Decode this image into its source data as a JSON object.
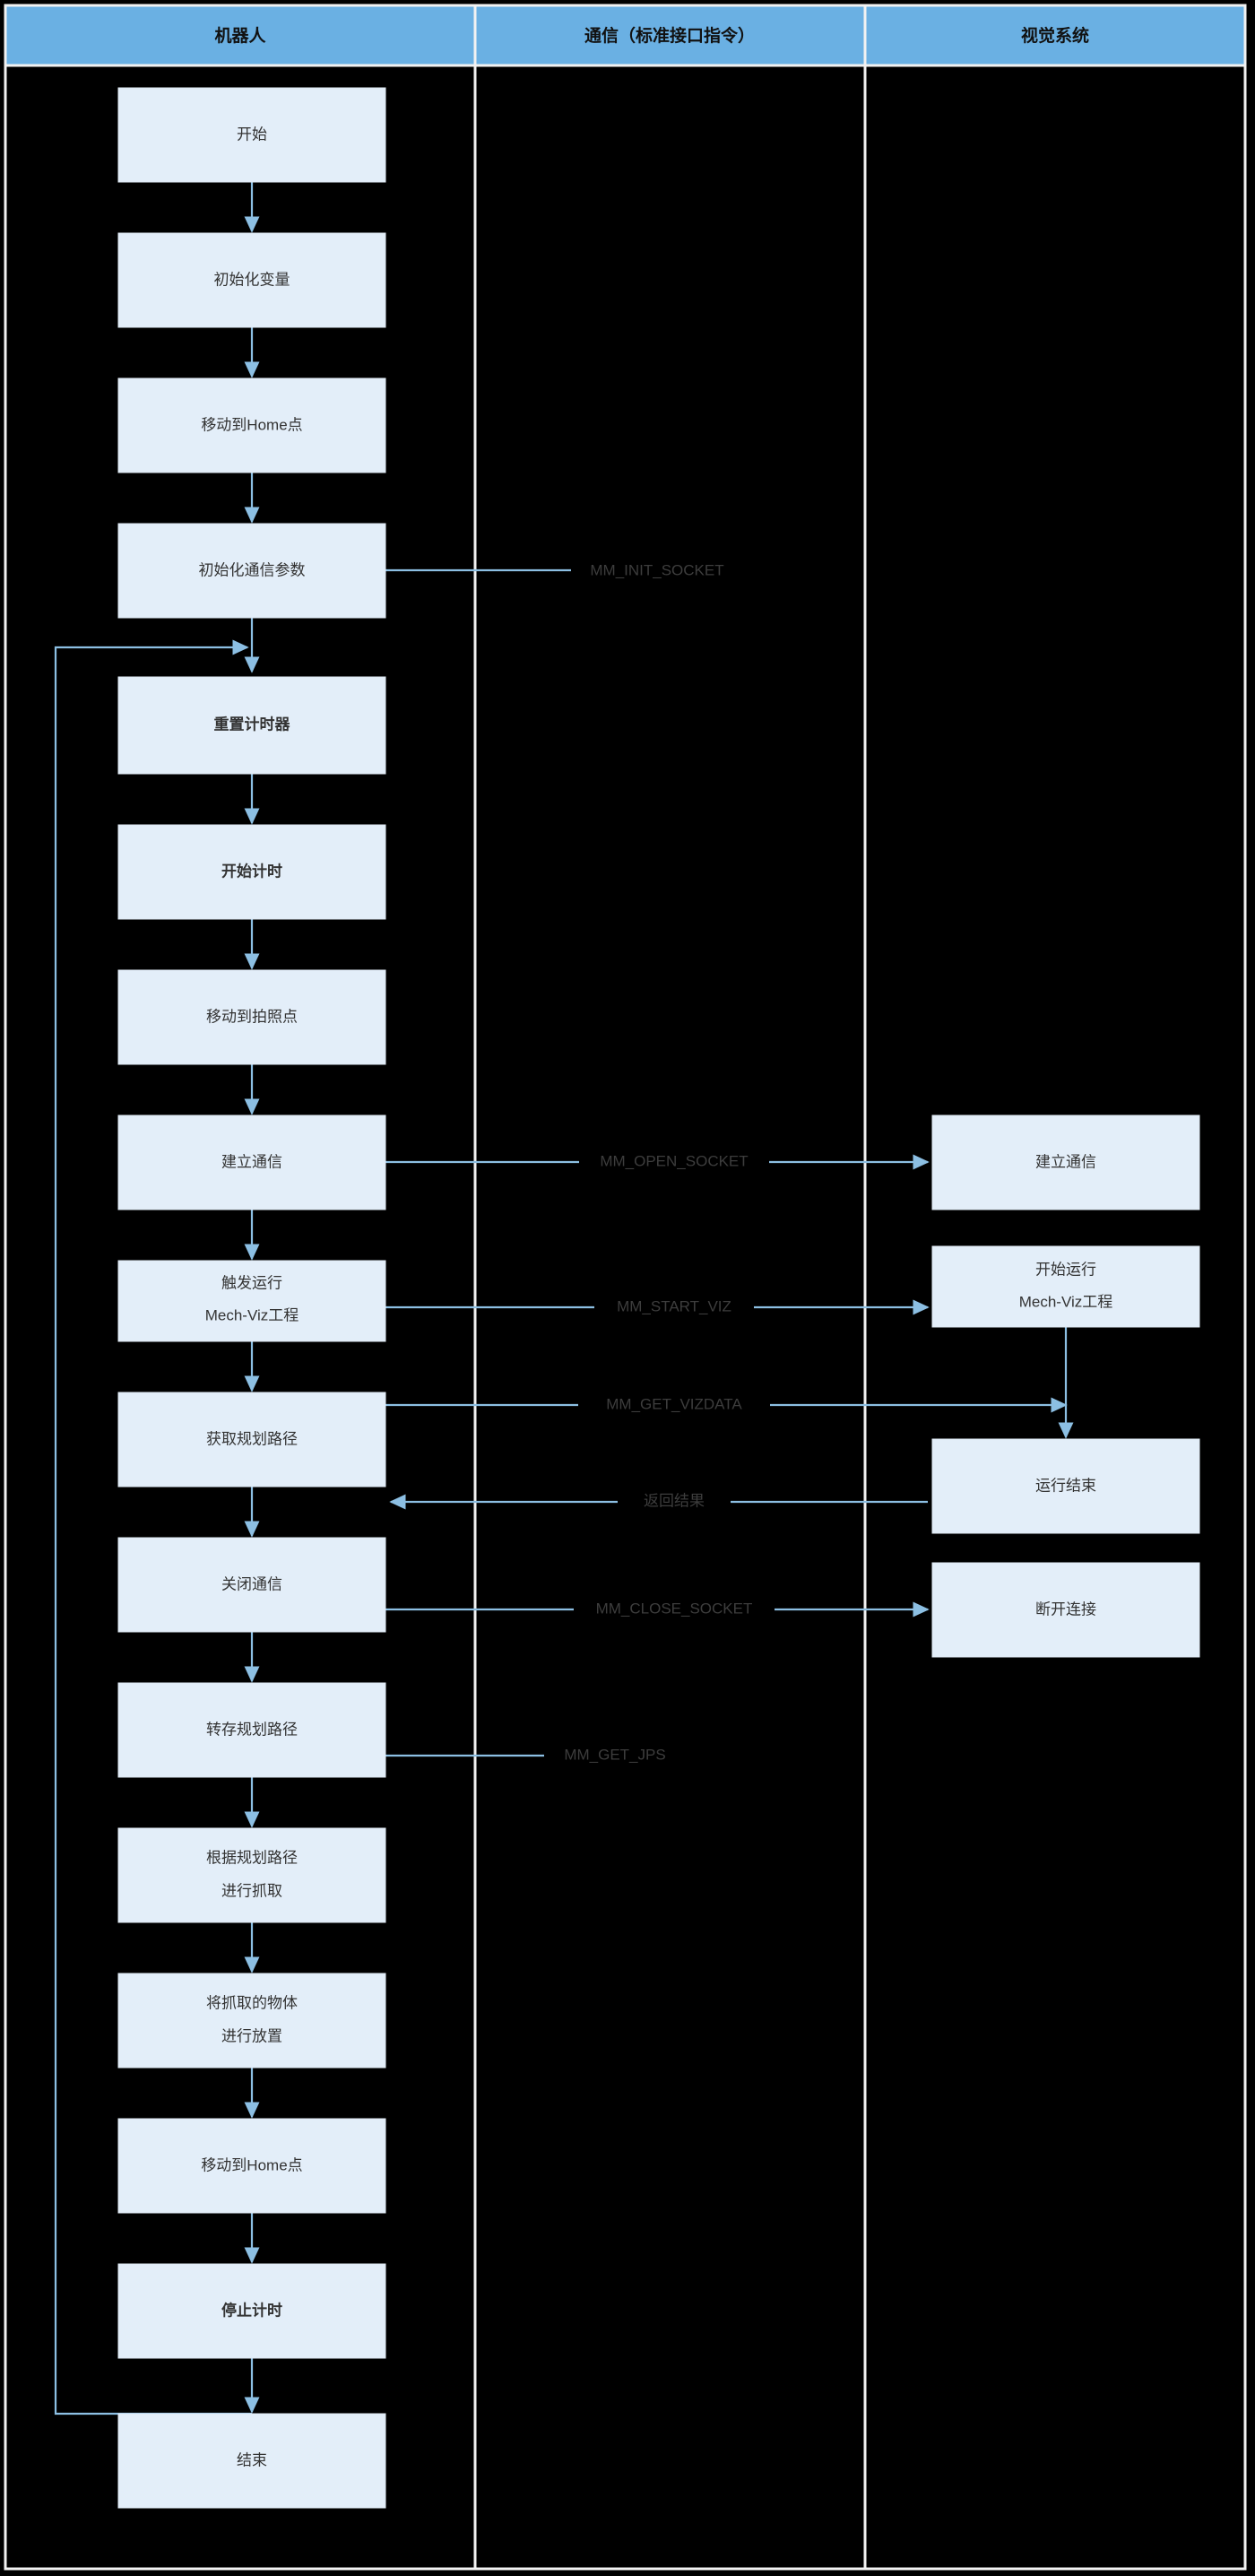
{
  "colors": {
    "lane_header_fill": "#6ab0e3",
    "lane_border": "#f2f2f2",
    "node_fill": "#e3eef9",
    "node_border": "#dfeaf5",
    "arrow": "#8cbfe3",
    "node_text": "#333333",
    "label_text": "#3d3d3d",
    "background": "#000000"
  },
  "lanes": [
    {
      "id": "robot",
      "label": "机器人"
    },
    {
      "id": "comm",
      "label": "通信（标准接口指令）"
    },
    {
      "id": "vision",
      "label": "视觉系统"
    }
  ],
  "robot_nodes": [
    {
      "id": "start",
      "label": "开始",
      "bold": false
    },
    {
      "id": "init-var",
      "label": "初始化变量",
      "bold": false
    },
    {
      "id": "home-1",
      "label": "移动到Home点",
      "bold": false
    },
    {
      "id": "init-comm",
      "label": "初始化通信参数",
      "bold": false
    },
    {
      "id": "reset-timer",
      "label": "重置计时器",
      "bold": true
    },
    {
      "id": "start-timer",
      "label": "开始计时",
      "bold": true
    },
    {
      "id": "move-photo",
      "label": "移动到拍照点",
      "bold": false
    },
    {
      "id": "open-comm",
      "label": "建立通信",
      "bold": false
    },
    {
      "id": "trigger-viz",
      "label": "触发运行",
      "label2": "Mech-Viz工程",
      "bold": false
    },
    {
      "id": "get-path",
      "label": "获取规划路径",
      "bold": false
    },
    {
      "id": "close-comm",
      "label": "关闭通信",
      "bold": false
    },
    {
      "id": "save-path",
      "label": "转存规划路径",
      "bold": false
    },
    {
      "id": "pick",
      "label": "根据规划路径",
      "label2": "进行抓取",
      "bold": false
    },
    {
      "id": "place",
      "label": "将抓取的物体",
      "label2": "进行放置",
      "bold": false
    },
    {
      "id": "home-2",
      "label": "移动到Home点",
      "bold": false
    },
    {
      "id": "stop-timer",
      "label": "停止计时",
      "bold": true
    },
    {
      "id": "end",
      "label": "结束",
      "bold": false
    }
  ],
  "vision_nodes": [
    {
      "id": "v-open-comm",
      "label": "建立通信",
      "bold": false
    },
    {
      "id": "v-start-viz",
      "label": "开始运行",
      "label2": "Mech-Viz工程",
      "bold": false
    },
    {
      "id": "v-run-end",
      "label": "运行结束",
      "bold": false
    },
    {
      "id": "v-disconnect",
      "label": "断开连接",
      "bold": false
    }
  ],
  "messages": [
    {
      "id": "msg-init-socket",
      "label": "MM_INIT_SOCKET"
    },
    {
      "id": "msg-open-socket",
      "label": "MM_OPEN_SOCKET"
    },
    {
      "id": "msg-start-viz",
      "label": "MM_START_VIZ"
    },
    {
      "id": "msg-get-vizdata",
      "label": "MM_GET_VIZDATA"
    },
    {
      "id": "msg-return",
      "label": "返回结果"
    },
    {
      "id": "msg-close-socket",
      "label": "MM_CLOSE_SOCKET"
    },
    {
      "id": "msg-get-jps",
      "label": "MM_GET_JPS"
    }
  ]
}
